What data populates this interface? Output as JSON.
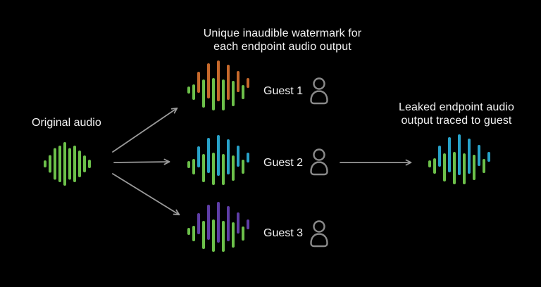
{
  "colors": {
    "background": "#000000",
    "text": "#f2f2f2",
    "arrow": "#9a9a9a",
    "person_icon": "#8a8a8a",
    "green": "#6cc04a",
    "orange": "#c6692b",
    "blue": "#28a2c9",
    "purple": "#5e3da6"
  },
  "top_caption": {
    "line1": "Unique inaudible watermark for",
    "line2": "each endpoint audio output"
  },
  "original_label": "Original audio",
  "guests": [
    {
      "label": "Guest 1"
    },
    {
      "label": "Guest 2"
    },
    {
      "label": "Guest 3"
    }
  ],
  "traced_caption": {
    "line1": "Leaked endpoint audio",
    "line2": "output traced to guest"
  },
  "waveforms": {
    "original": {
      "icon": "audio-waveform-icon",
      "base_color": "#6cc04a",
      "alt_color": "#6cc04a",
      "bars": [
        [
          10,
          0,
          0
        ],
        [
          25,
          0,
          0
        ],
        [
          45,
          0,
          0
        ],
        [
          52,
          0,
          0
        ],
        [
          62,
          0,
          0
        ],
        [
          45,
          0,
          0
        ],
        [
          52,
          0,
          0
        ],
        [
          38,
          0,
          0
        ],
        [
          24,
          0,
          0
        ],
        [
          12,
          0,
          0
        ]
      ]
    },
    "guest1": {
      "icon": "watermarked-audio-waveform-icon",
      "base_color": "#6cc04a",
      "alt_color": "#c6692b",
      "bars": [
        [
          10,
          3,
          0
        ],
        [
          22,
          6,
          0
        ],
        [
          30,
          -8,
          1
        ],
        [
          40,
          8,
          0
        ],
        [
          50,
          -10,
          1
        ],
        [
          46,
          9,
          0
        ],
        [
          58,
          -10,
          1
        ],
        [
          44,
          10,
          0
        ],
        [
          50,
          -8,
          1
        ],
        [
          36,
          8,
          0
        ],
        [
          30,
          -9,
          1
        ],
        [
          20,
          6,
          0
        ],
        [
          14,
          -7,
          1
        ]
      ]
    },
    "guest2": {
      "icon": "watermarked-audio-waveform-icon",
      "base_color": "#6cc04a",
      "alt_color": "#28a2c9",
      "bars": [
        [
          10,
          3,
          0
        ],
        [
          22,
          6,
          0
        ],
        [
          30,
          -8,
          1
        ],
        [
          40,
          8,
          0
        ],
        [
          50,
          -10,
          1
        ],
        [
          46,
          9,
          0
        ],
        [
          58,
          -10,
          1
        ],
        [
          44,
          10,
          0
        ],
        [
          50,
          -8,
          1
        ],
        [
          36,
          8,
          0
        ],
        [
          30,
          -9,
          1
        ],
        [
          20,
          6,
          0
        ],
        [
          14,
          -7,
          1
        ]
      ]
    },
    "guest3": {
      "icon": "watermarked-audio-waveform-icon",
      "base_color": "#6cc04a",
      "alt_color": "#5e3da6",
      "bars": [
        [
          10,
          3,
          0
        ],
        [
          22,
          6,
          0
        ],
        [
          30,
          -8,
          1
        ],
        [
          40,
          8,
          0
        ],
        [
          50,
          -10,
          1
        ],
        [
          46,
          9,
          0
        ],
        [
          58,
          -10,
          1
        ],
        [
          44,
          10,
          0
        ],
        [
          50,
          -8,
          1
        ],
        [
          36,
          8,
          0
        ],
        [
          30,
          -9,
          1
        ],
        [
          20,
          6,
          0
        ],
        [
          14,
          -7,
          1
        ]
      ]
    },
    "traced": {
      "icon": "watermarked-audio-waveform-icon",
      "base_color": "#6cc04a",
      "alt_color": "#28a2c9",
      "bars": [
        [
          10,
          3,
          0
        ],
        [
          22,
          6,
          0
        ],
        [
          30,
          -8,
          1
        ],
        [
          40,
          8,
          0
        ],
        [
          50,
          -10,
          1
        ],
        [
          46,
          9,
          0
        ],
        [
          58,
          -10,
          1
        ],
        [
          44,
          10,
          0
        ],
        [
          50,
          -8,
          1
        ],
        [
          36,
          8,
          0
        ],
        [
          30,
          -9,
          1
        ],
        [
          20,
          6,
          0
        ],
        [
          14,
          -7,
          1
        ]
      ]
    }
  }
}
